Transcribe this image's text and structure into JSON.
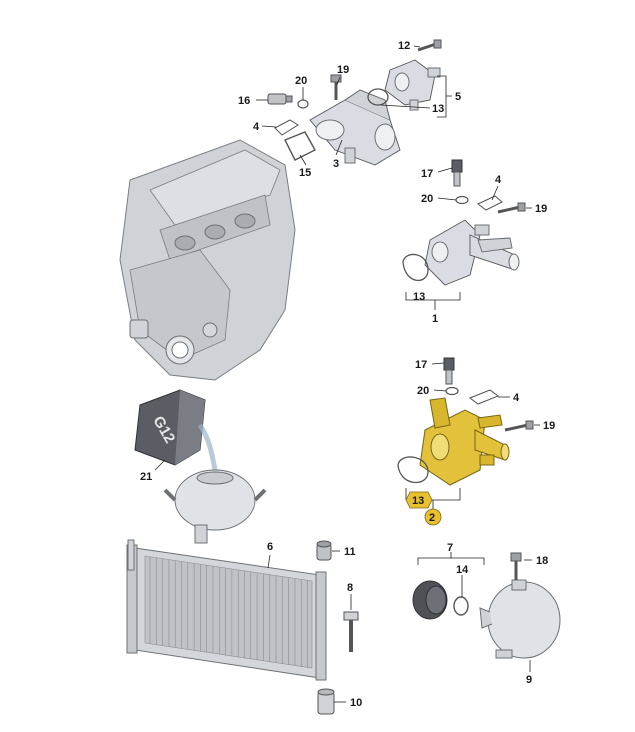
{
  "labels": {
    "p1": "1",
    "p2": "2",
    "p3": "3",
    "p4a": "4",
    "p4b": "4",
    "p4c": "4",
    "p5": "5",
    "p6": "6",
    "p7": "7",
    "p8": "8",
    "p9": "9",
    "p10": "10",
    "p11": "11",
    "p12": "12",
    "p13a": "13",
    "p13b": "13",
    "p13c": "13",
    "p14": "14",
    "p15": "15",
    "p16": "16",
    "p17a": "17",
    "p17b": "17",
    "p18": "18",
    "p19a": "19",
    "p19b": "19",
    "p19c": "19",
    "p20a": "20",
    "p20b": "20",
    "p20c": "20",
    "p21": "21"
  },
  "bottle_text": "G12",
  "colors": {
    "highlight": "#e2c23a",
    "highlight_badge": "#e8c030",
    "part_fill": "#d9dde3",
    "engine_fill": "#c9ccd1"
  }
}
